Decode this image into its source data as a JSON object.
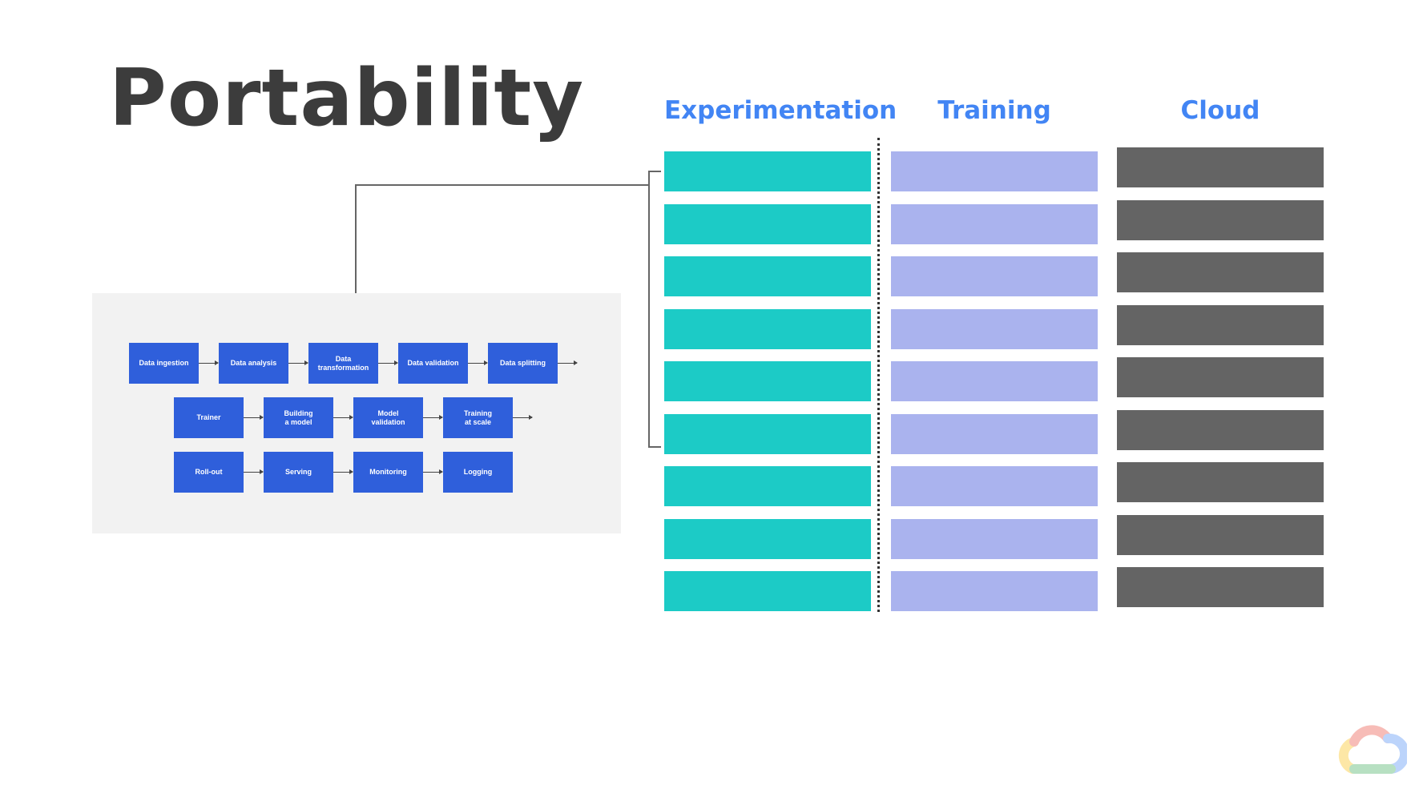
{
  "title": "Portability",
  "columns": [
    {
      "label": "Experimentation",
      "color": "#1ccbc6"
    },
    {
      "label": "Training",
      "color": "#aab3ee"
    },
    {
      "label": "Cloud",
      "color": "#646464"
    }
  ],
  "rows_per_column": 9,
  "pipeline": {
    "row1": [
      "Data ingestion",
      "Data analysis",
      "Data\ntransformation",
      "Data validation",
      "Data splitting"
    ],
    "row2": [
      "Trainer",
      "Building\na model",
      "Model\nvalidation",
      "Training\nat scale"
    ],
    "row3": [
      "Roll-out",
      "Serving",
      "Monitoring",
      "Logging"
    ]
  },
  "colors": {
    "title": "#3c3c3c",
    "header": "#4285f4",
    "step": "#2f5fdb",
    "panel": "#f2f2f2"
  },
  "logo_icon": "google-cloud-logo-icon"
}
